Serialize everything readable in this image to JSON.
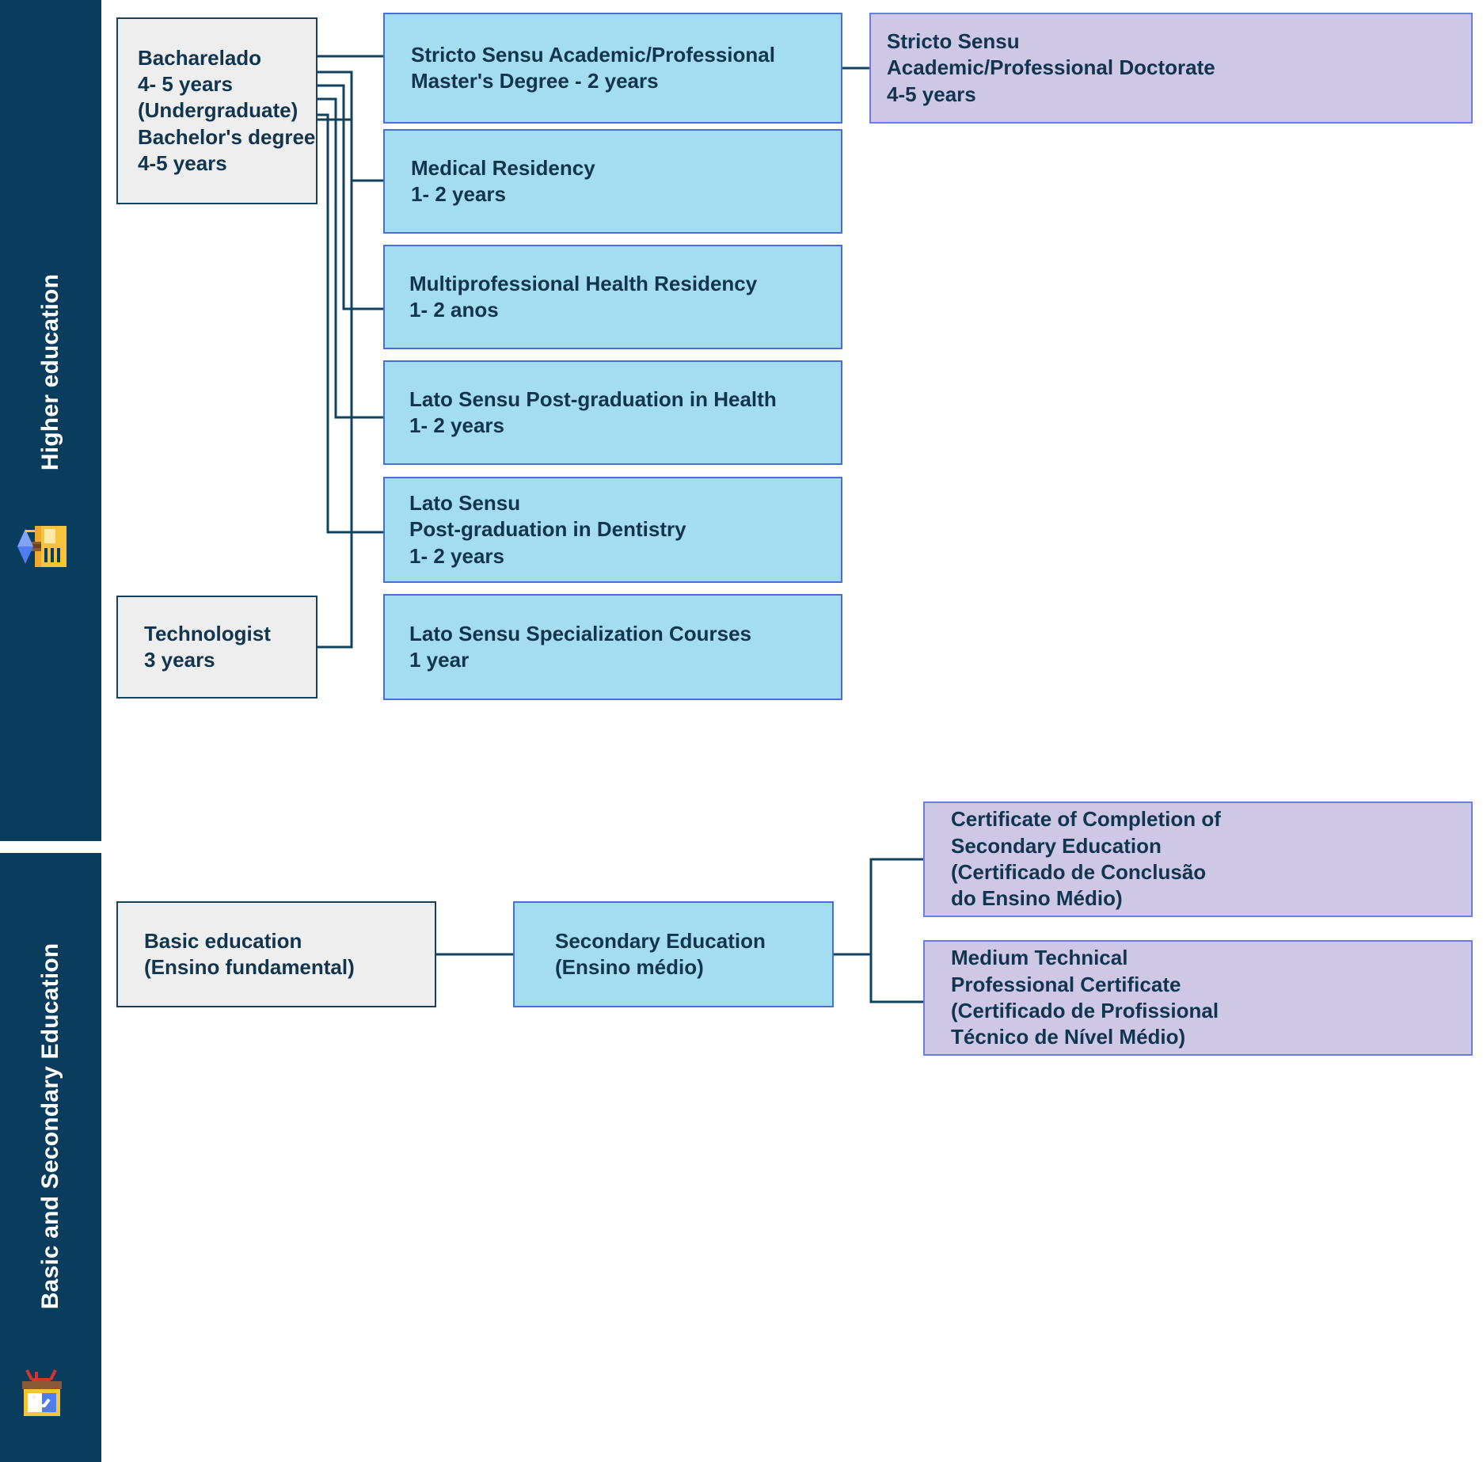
{
  "rails": [
    {
      "id": "higher",
      "label": "Higher  education",
      "icon": "university-icon",
      "bg": "#0a3c5e",
      "text_color": "#ffffff"
    },
    {
      "id": "basic",
      "label": "Basic and Secondary Education",
      "icon": "school-icon",
      "bg": "#0a3c5e",
      "text_color": "#ffffff"
    }
  ],
  "colors": {
    "rail_bg": "#0a3c5e",
    "grey_fill": "#eeeeee",
    "grey_border": "#17405c",
    "blue_fill": "#a4dcf2",
    "blue_border": "#4a6fd4",
    "purple_fill": "#cec7e6",
    "purple_border": "#6c7ce8",
    "text": "#11354e",
    "connector": "#11435f"
  },
  "higher_education": {
    "entry_nodes": [
      {
        "id": "bacharelado",
        "style": "grey",
        "text": "Bacharelado\n4- 5 years\n(Undergraduate)\nBachelor's degree\n4-5 years"
      },
      {
        "id": "technologist",
        "style": "grey",
        "text": "Technologist\n3 years"
      }
    ],
    "programs": [
      {
        "id": "masters",
        "style": "blue",
        "text": "Stricto Sensu Academic/Professional\nMaster's Degree - 2 years"
      },
      {
        "id": "medical-residency",
        "style": "blue",
        "text": "Medical Residency\n1- 2 years"
      },
      {
        "id": "multiprofessional-health-residency",
        "style": "blue",
        "text": "Multiprofessional Health Residency\n 1- 2 anos"
      },
      {
        "id": "lato-sensu-health",
        "style": "blue",
        "text": "Lato Sensu Post-graduation in Health\n1- 2 years"
      },
      {
        "id": "lato-sensu-dentistry",
        "style": "blue",
        "text": "Lato Sensu\n Post-graduation in Dentistry\n1- 2 years"
      },
      {
        "id": "lato-sensu-specialization",
        "style": "blue",
        "text": "Lato Sensu Specialization Courses\n1 year"
      }
    ],
    "terminal": [
      {
        "id": "doctorate",
        "style": "purple",
        "text": "Stricto Sensu\nAcademic/Professional Doctorate\n4-5 years"
      }
    ]
  },
  "basic_education": {
    "nodes": [
      {
        "id": "basic-education",
        "style": "grey",
        "text": "Basic education\n(Ensino fundamental)"
      },
      {
        "id": "secondary-education",
        "style": "blue",
        "text": "Secondary Education\n(Ensino médio)"
      }
    ],
    "certificates": [
      {
        "id": "certificate-completion-secondary",
        "style": "purple",
        "text": "Certificate of Completion of\nSecondary Education\n(Certificado de Conclusão\ndo Ensino Médio)"
      },
      {
        "id": "medium-technical-certificate",
        "style": "purple",
        "text": "Medium Technical\nProfessional Certificate\n(Certificado de Profissional\nTécnico de Nível Médio)"
      }
    ]
  }
}
